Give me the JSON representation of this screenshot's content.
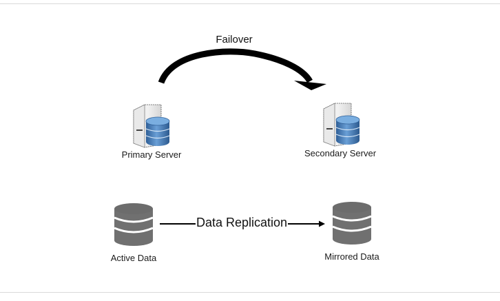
{
  "diagram": {
    "failover": {
      "label": "Failover"
    },
    "servers": [
      {
        "id": "primary",
        "label": "Primary Server"
      },
      {
        "id": "secondary",
        "label": "Secondary Server"
      }
    ],
    "data_stores": [
      {
        "id": "active",
        "label": "Active Data"
      },
      {
        "id": "mirrored",
        "label": "Mirrored Data"
      }
    ],
    "replication": {
      "label": "Data Replication"
    },
    "colors": {
      "arrow": "#000000",
      "database_gray": "#6f6f6f",
      "database_blue": "#4a7fb8",
      "server_body": "#e6e6e6",
      "divider": "#d9d9d9"
    }
  }
}
